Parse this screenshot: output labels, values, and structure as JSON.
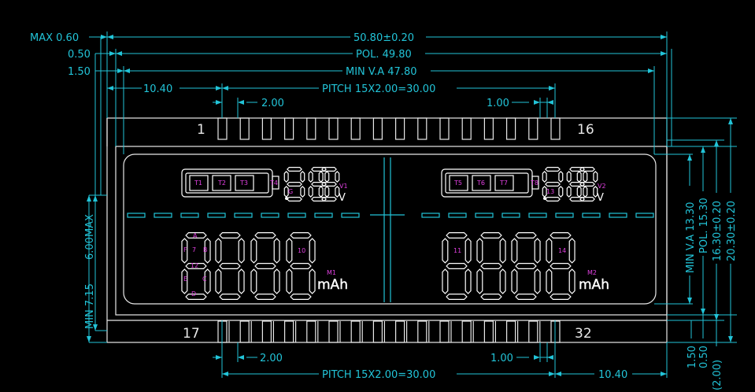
{
  "colors": {
    "background": "#000000",
    "dimension": "#22c4d8",
    "outline": "#e8e8e8",
    "segment": "#ffffff",
    "label": "#e040e0"
  },
  "dims_top": {
    "max_thick": "MAX  0.60",
    "d050": "0.50",
    "d150": "1.50",
    "width": "50.80±0.20",
    "pol": "POL. 49.80",
    "va": "MIN  V.A 47.80",
    "offset": "10.40",
    "pitch": "PITCH  15X2.00=30.00",
    "pin_w": "2.00",
    "pin_gap": "1.00"
  },
  "dims_left": {
    "max6": "6.00MAX",
    "min715": "MIN  7.15"
  },
  "dims_right": {
    "va": "MIN  V.A 13.30",
    "pol": "POL. 15.30",
    "h1630": "16.30±0.20",
    "h2030": "20.30±0.20",
    "b150": "1.50",
    "b050": "0.50",
    "b200": "(2.00)"
  },
  "dims_bottom": {
    "pin_w": "2.00",
    "pin_gap": "1.00",
    "pitch": "PITCH  15X2.00=30.00",
    "offset": "10.40"
  },
  "pins": {
    "top_first": "1",
    "top_last": "16",
    "bottom_first": "17",
    "bottom_last": "32"
  },
  "segments": {
    "t1": "T1",
    "t2": "T2",
    "t3": "T3",
    "t4": "T4",
    "t5": "T5",
    "t6": "T6",
    "t7": "T7",
    "t8": "T8",
    "v1": "V1",
    "v2": "V2",
    "m1": "M1",
    "m2": "M2",
    "n10": "10",
    "n11": "11",
    "n14": "14",
    "seg_a": "A",
    "seg_b": "B",
    "seg_c": "C",
    "seg_d": "D",
    "seg_e": "E",
    "seg_f": "F",
    "seg_g": "G",
    "n7": "7",
    "n12": "12",
    "n13": "13"
  },
  "units": {
    "volt": "V",
    "mah": "mAh"
  }
}
